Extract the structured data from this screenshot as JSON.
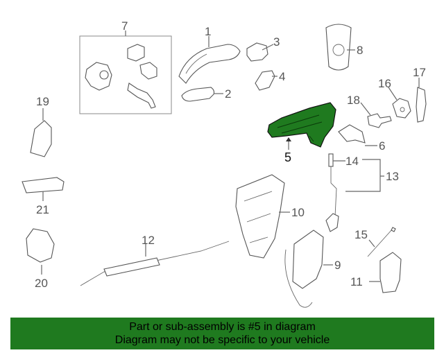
{
  "diagram": {
    "callouts": [
      "1",
      "2",
      "3",
      "4",
      "5",
      "6",
      "7",
      "8",
      "9",
      "10",
      "11",
      "12",
      "13",
      "14",
      "15",
      "16",
      "17",
      "18",
      "19",
      "20",
      "21"
    ],
    "highlighted_part": "5",
    "highlight_color": "#1f7a1f"
  },
  "banner": {
    "line1": "Part or sub-assembly is #5 in diagram",
    "line2": "Diagram may not be specific to your vehicle",
    "color": "#1f7a1f"
  }
}
